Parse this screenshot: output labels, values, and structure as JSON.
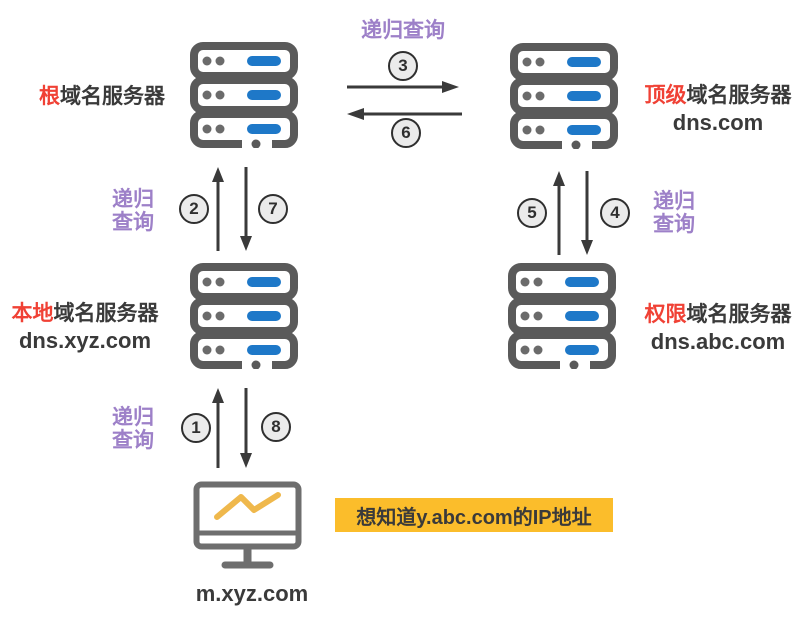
{
  "nodes": {
    "root": {
      "highlight": "根",
      "suffix": "域名服务器"
    },
    "tld": {
      "highlight": "顶级",
      "suffix": "域名服务器",
      "domain": "dns.com"
    },
    "local": {
      "highlight": "本地",
      "suffix": "域名服务器",
      "domain": "dns.xyz.com"
    },
    "auth": {
      "highlight": "权限",
      "suffix": "域名服务器",
      "domain": "dns.abc.com"
    },
    "client": {
      "domain": "m.xyz.com"
    }
  },
  "query_labels": {
    "inline": "递归查询",
    "word1": "递归",
    "word2": "查询"
  },
  "steps": [
    "1",
    "2",
    "3",
    "4",
    "5",
    "6",
    "7",
    "8"
  ],
  "callout": {
    "text": "想知道y.abc.com的IP地址"
  },
  "colors": {
    "accent_red": "#f04135",
    "purple": "#9d80c8",
    "server_gray": "#5a5a5a",
    "server_blue_bar": "#1e78c8",
    "arrow_dark": "#3a3a3a",
    "circle_fill": "#ebebeb",
    "callout_yellow": "#fbbd2b",
    "monitor_gray": "#6e6e6e",
    "chart_line_orange": "#efb84c",
    "text_dark": "#3a3a3a"
  }
}
